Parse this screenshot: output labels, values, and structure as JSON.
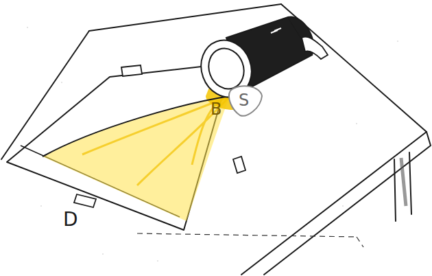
{
  "diagram": {
    "labels": [
      "B",
      "S",
      "D"
    ]
  }
}
